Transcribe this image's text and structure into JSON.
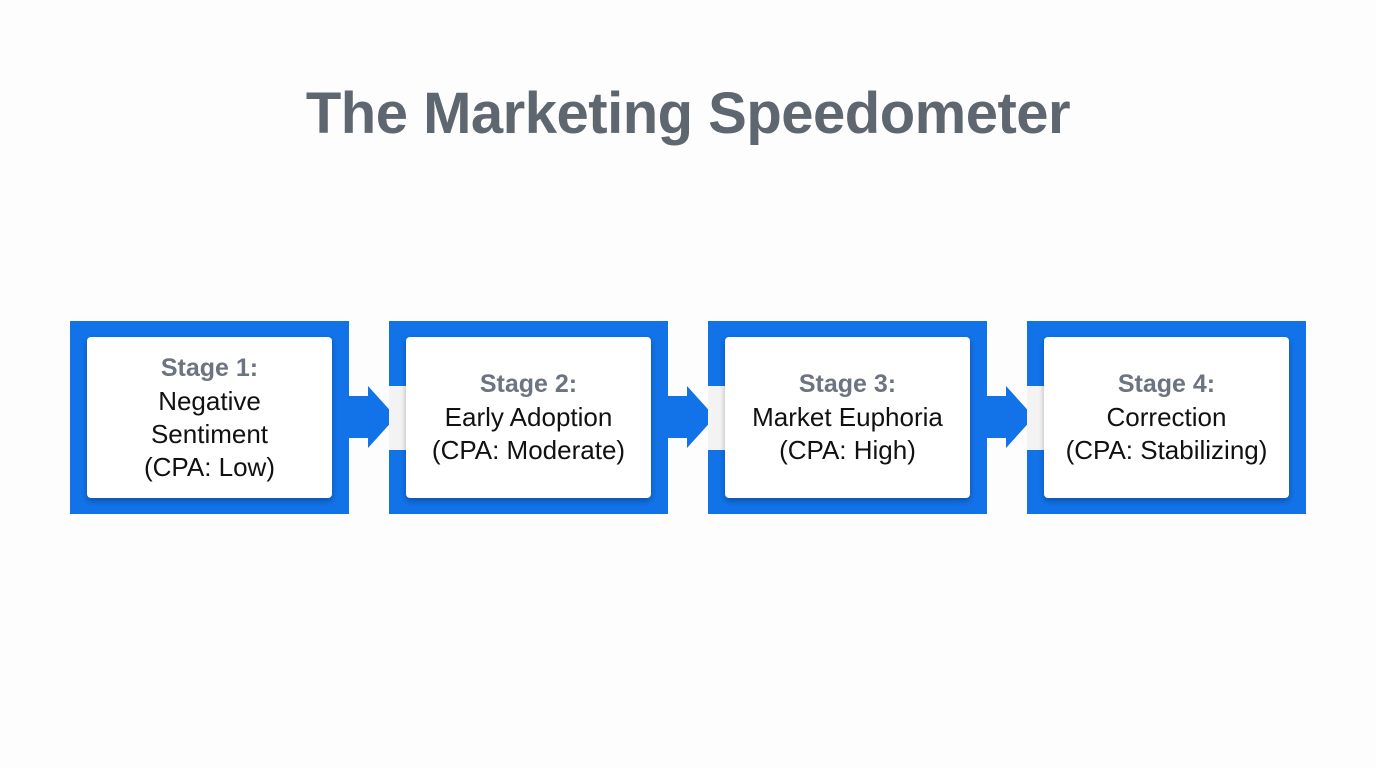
{
  "title": "The Marketing Speedometer",
  "colors": {
    "frame": "#1272e8",
    "title": "#5e6670",
    "stage_label": "#6b7480",
    "text": "#111111",
    "card": "#ffffff"
  },
  "stages": [
    {
      "label": "Stage 1:",
      "lines": [
        "Negative",
        "Sentiment",
        "(CPA: Low)"
      ]
    },
    {
      "label": "Stage 2:",
      "lines": [
        "Early Adoption",
        "(CPA: Moderate)"
      ]
    },
    {
      "label": "Stage 3:",
      "lines": [
        "Market Euphoria",
        "(CPA: High)"
      ]
    },
    {
      "label": "Stage 4:",
      "lines": [
        "Correction",
        "(CPA: Stabilizing)"
      ]
    }
  ],
  "connectors": [
    {
      "from": "Stage 1",
      "to": "Stage 2",
      "icon": "arrow-right-icon"
    },
    {
      "from": "Stage 2",
      "to": "Stage 3",
      "icon": "arrow-right-icon"
    },
    {
      "from": "Stage 3",
      "to": "Stage 4",
      "icon": "arrow-right-icon"
    }
  ]
}
